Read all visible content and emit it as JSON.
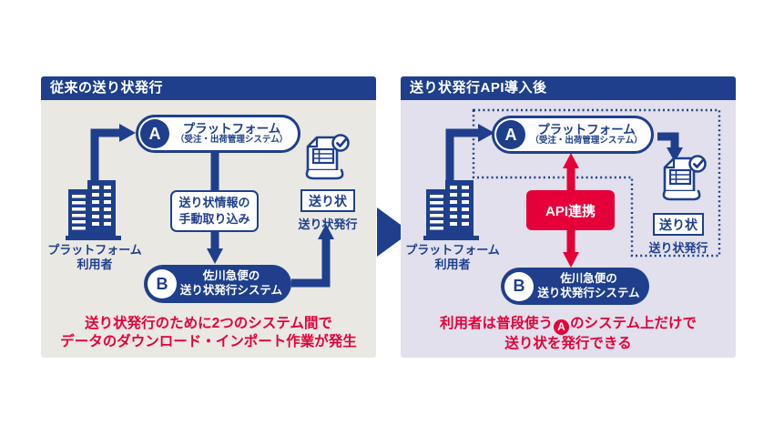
{
  "colors": {
    "navy": "#1f3f8c",
    "red": "#e60039",
    "panel_left_bg": "#e9e8e3",
    "panel_right_bg": "#e1e0ec"
  },
  "left": {
    "header": "従来の送り状発行",
    "platform": {
      "badge": "A",
      "title": "プラットフォーム",
      "subtitle": "（受注・出荷管理システム）"
    },
    "user": {
      "line1": "プラットフォーム",
      "line2": "利用者"
    },
    "manual_import": {
      "line1": "送り状情報の",
      "line2": "手動取り込み"
    },
    "sagawa": {
      "badge": "B",
      "line1": "佐川急便の",
      "line2": "送り状発行システム"
    },
    "invoice_tag": "送り状",
    "invoice_issue": "送り状発行",
    "caption": {
      "line1": "送り状発行のために2つのシステム間で",
      "line2": "データのダウンロード・インポート作業が発生"
    }
  },
  "right": {
    "header": "送り状発行API導入後",
    "platform": {
      "badge": "A",
      "title": "プラットフォーム",
      "subtitle": "（受注・出荷管理システム）"
    },
    "user": {
      "line1": "プラットフォーム",
      "line2": "利用者"
    },
    "api_link": "API連携",
    "sagawa": {
      "badge": "B",
      "line1": "佐川急便の",
      "line2": "送り状発行システム"
    },
    "invoice_tag": "送り状",
    "invoice_issue": "送り状発行",
    "caption": {
      "pre": "利用者は普段使う",
      "badge": "A",
      "post": "のシステム上だけで",
      "line2": "送り状を発行できる"
    }
  }
}
